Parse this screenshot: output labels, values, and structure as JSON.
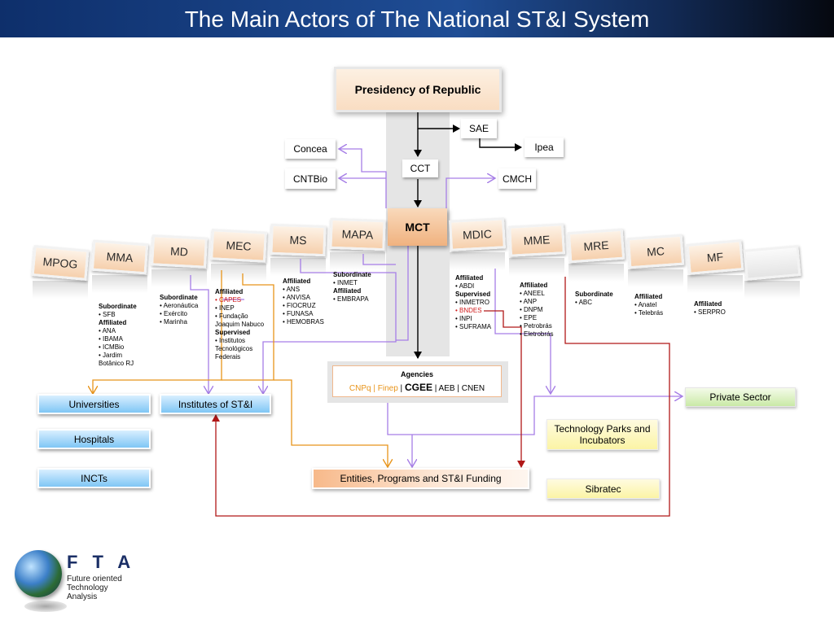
{
  "header": {
    "title": "The Main Actors of The National ST&I System"
  },
  "nodes": {
    "presidency": "Presidency of Republic",
    "sae": "SAE",
    "ipea": "Ipea",
    "concea": "Concea",
    "cct": "CCT",
    "cntbio": "CNTBio",
    "cmch": "CMCH",
    "mct": "MCT"
  },
  "ministries": [
    "MPOG",
    "MMA",
    "MD",
    "MEC",
    "MS",
    "MAPA",
    "MDIC",
    "MME",
    "MRE",
    "MC",
    "MF",
    ""
  ],
  "affiliates": {
    "mma": [
      "Subordinate",
      "• SFB",
      "Affiliated",
      "• ANA",
      "• IBAMA",
      "• ICMBio",
      "• Jardim",
      "Botânico RJ"
    ],
    "md": [
      "Subordinate",
      "• Aeronáutica",
      "• Exército",
      "• Marinha"
    ],
    "mec": [
      "Affiliated",
      "• CAPES",
      "• INEP",
      "• Fundação",
      "Joaquim Nabuco",
      "Supervised",
      "• Institutos",
      "Tecnológicos",
      "Federais"
    ],
    "ms": [
      "Affiliated",
      "• ANS",
      "• ANVISA",
      "• FIOCRUZ",
      "• FUNASA",
      "• HEMOBRAS"
    ],
    "mapa": [
      "Subordinate",
      "• INMET",
      "Affiliated",
      "• EMBRAPA"
    ],
    "mdic": [
      "Affiliated",
      "• ABDI",
      "Supervised",
      "• INMETRO",
      "• BNDES",
      "• INPI",
      "• SUFRAMA"
    ],
    "mme": [
      "Affiliated",
      "• ANEEL",
      "• ANP",
      "• DNPM",
      "• EPE",
      "• Petrobrás",
      "• Eletrobrás"
    ],
    "mre": [
      "Subordinate",
      "• ABC"
    ],
    "mc": [
      "Affiliated",
      "• Anatel",
      "• Telebrás"
    ],
    "mf": [
      "Affiliated",
      "• SERPRO"
    ]
  },
  "agencies": {
    "title": "Agencies",
    "cnpq": "CNPq",
    "sep1": " | ",
    "finep": "Finep",
    "sep2": " | ",
    "cgee": "CGEE",
    "rest": " | AEB | CNEN"
  },
  "actors": {
    "universities": "Universities",
    "institutes": "Institutes of ST&I",
    "hospitals": "Hospitals",
    "incts": "INCTs",
    "private_sector": "Private Sector",
    "tech_parks": "Technology Parks and Incubators",
    "funding": "Entities, Programs and ST&I  Funding",
    "sibratec": "Sibratec"
  },
  "logo": {
    "letters": "F T A",
    "line1": "Future oriented",
    "line2": "Technology",
    "line3": "Analysis"
  },
  "colors": {
    "purple_arrow": "#a67ee6",
    "orange_arrow": "#e8941a",
    "red_arrow": "#b01818",
    "black_arrow": "#000000",
    "title_bar": "#1f4d95"
  }
}
